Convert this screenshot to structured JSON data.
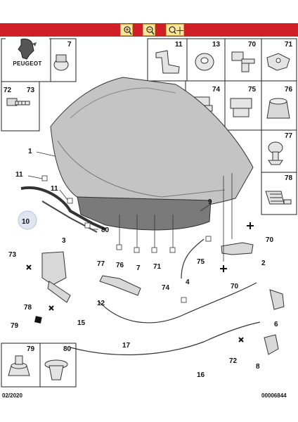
{
  "toolbar": {
    "buttons": [
      {
        "icon": "zoom-in-icon"
      },
      {
        "icon": "zoom-out-icon"
      },
      {
        "icon": "zoom-pan-icon"
      }
    ],
    "color": "#cf2027"
  },
  "brand": {
    "name": "PEUGEOT"
  },
  "footer": {
    "date": "02/2020",
    "ref": "00006844"
  },
  "parts": {
    "p1": "1",
    "p2": "2",
    "p3": "3",
    "p4": "4",
    "p6": "6",
    "p7": "7",
    "p8": "8",
    "p9": "9",
    "p10": "10",
    "p11": "11",
    "p12": "12",
    "p13": "13",
    "p15": "15",
    "p16": "16",
    "p17": "17",
    "p70": "70",
    "p71": "71",
    "p72": "72",
    "p73": "73",
    "p74": "74",
    "p75": "75",
    "p76": "76",
    "p77": "77",
    "p78": "78",
    "p79": "79",
    "p80": "80"
  }
}
